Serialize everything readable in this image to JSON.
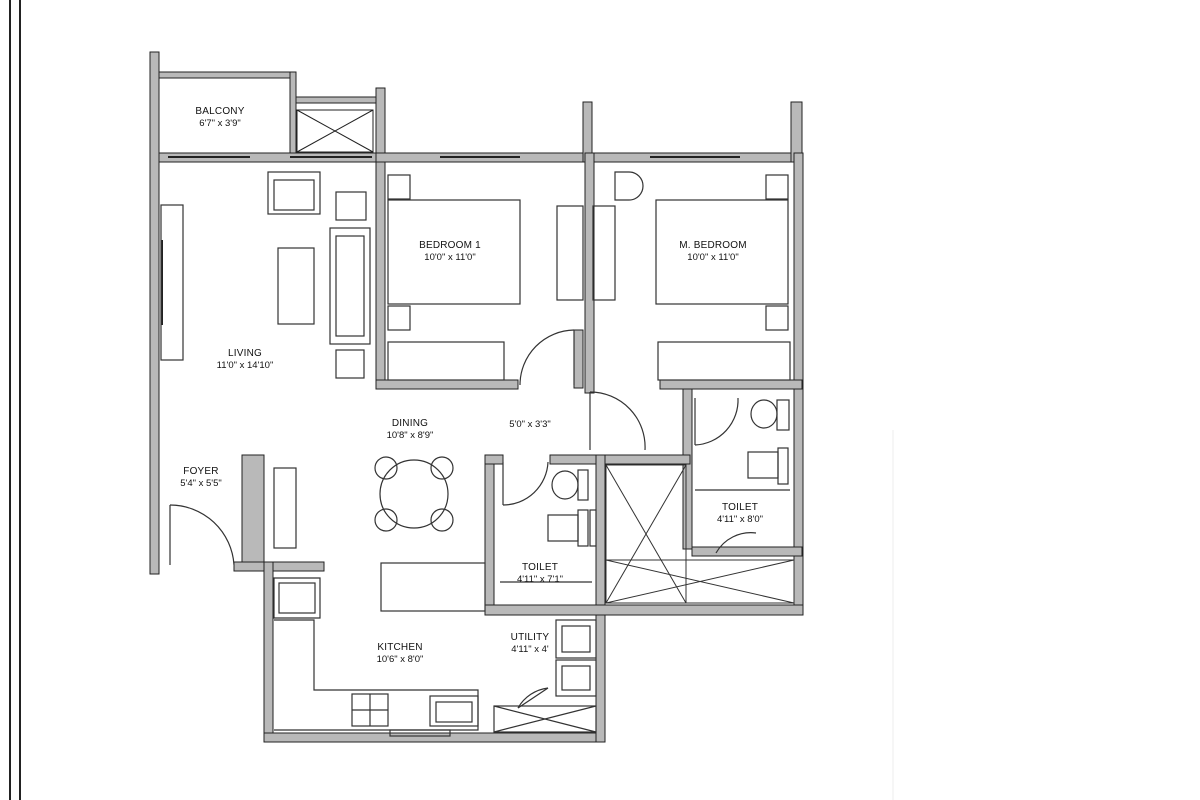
{
  "plan": {
    "rooms": [
      {
        "id": "balcony",
        "name": "BALCONY",
        "dims": "6'7\" x 3'9\""
      },
      {
        "id": "bedroom1",
        "name": "BEDROOM 1",
        "dims": "10'0\" x 11'0\""
      },
      {
        "id": "mbedroom",
        "name": "M. BEDROOM",
        "dims": "10'0\" x 11'0\""
      },
      {
        "id": "living",
        "name": "LIVING",
        "dims": "11'0\" x 14'10\""
      },
      {
        "id": "dining",
        "name": "DINING",
        "dims": "10'8\" x 8'9\""
      },
      {
        "id": "passage",
        "name": "",
        "dims": "5'0\" x 3'3\""
      },
      {
        "id": "foyer",
        "name": "FOYER",
        "dims": "5'4\" x 5'5\""
      },
      {
        "id": "toilet2",
        "name": "TOILET",
        "dims": "4'11\" x 8'0\""
      },
      {
        "id": "toilet1",
        "name": "TOILET",
        "dims": "4'11\" x 7'1\""
      },
      {
        "id": "kitchen",
        "name": "KITCHEN",
        "dims": "10'6\" x 8'0\""
      },
      {
        "id": "utility",
        "name": "UTILITY",
        "dims": "4'11\" x 4'"
      }
    ]
  },
  "colors": {
    "wall": "#b9b9b9",
    "wall_outline": "#222222",
    "fixture": "#333333"
  }
}
